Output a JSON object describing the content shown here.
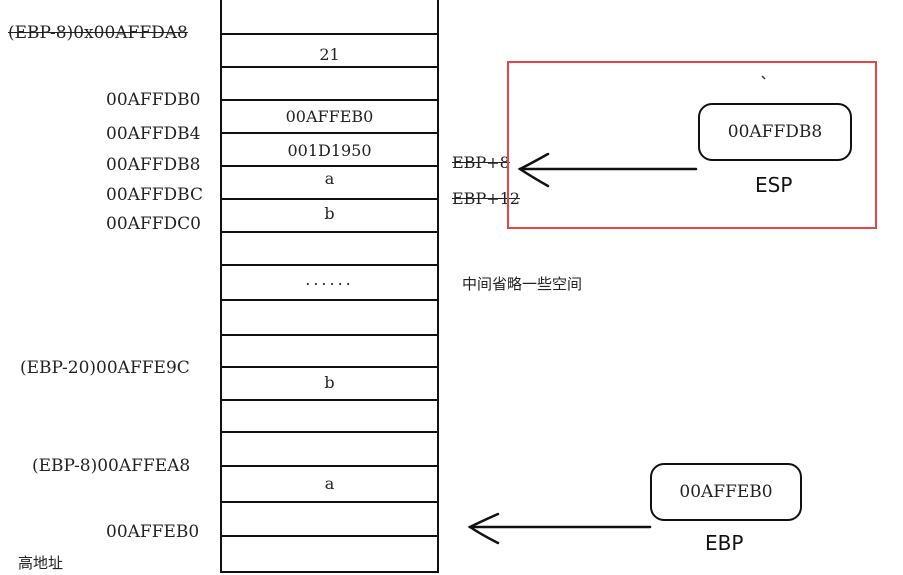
{
  "addresses": {
    "top": "(EBP-8)0x00AFFDA8",
    "a1": "00AFFDB0",
    "a2": "00AFFDB4",
    "a3": "00AFFDB8",
    "a4": "00AFFDBC",
    "a5": "00AFFDC0",
    "a6": "(EBP-20)00AFFE9C",
    "a7": "(EBP-8)00AFFEA8",
    "a8": "00AFFEB0",
    "high": "高地址"
  },
  "cells": {
    "c21": "21",
    "cRet": "00AFFEB0",
    "cRet2": "001D1950",
    "cA": "a",
    "cB": "b",
    "cDots": "......",
    "cB2": "b",
    "cA2": "a"
  },
  "offsets": {
    "ebp8": "EBP+8",
    "ebp12": "EBP+12"
  },
  "note": "中间省略一些空间",
  "esp": {
    "value": "00AFFDB8",
    "label": "ESP"
  },
  "ebp": {
    "value": "00AFFEB0",
    "label": "EBP"
  },
  "colors": {
    "highlight": "#e64545",
    "ink": "#111111"
  }
}
